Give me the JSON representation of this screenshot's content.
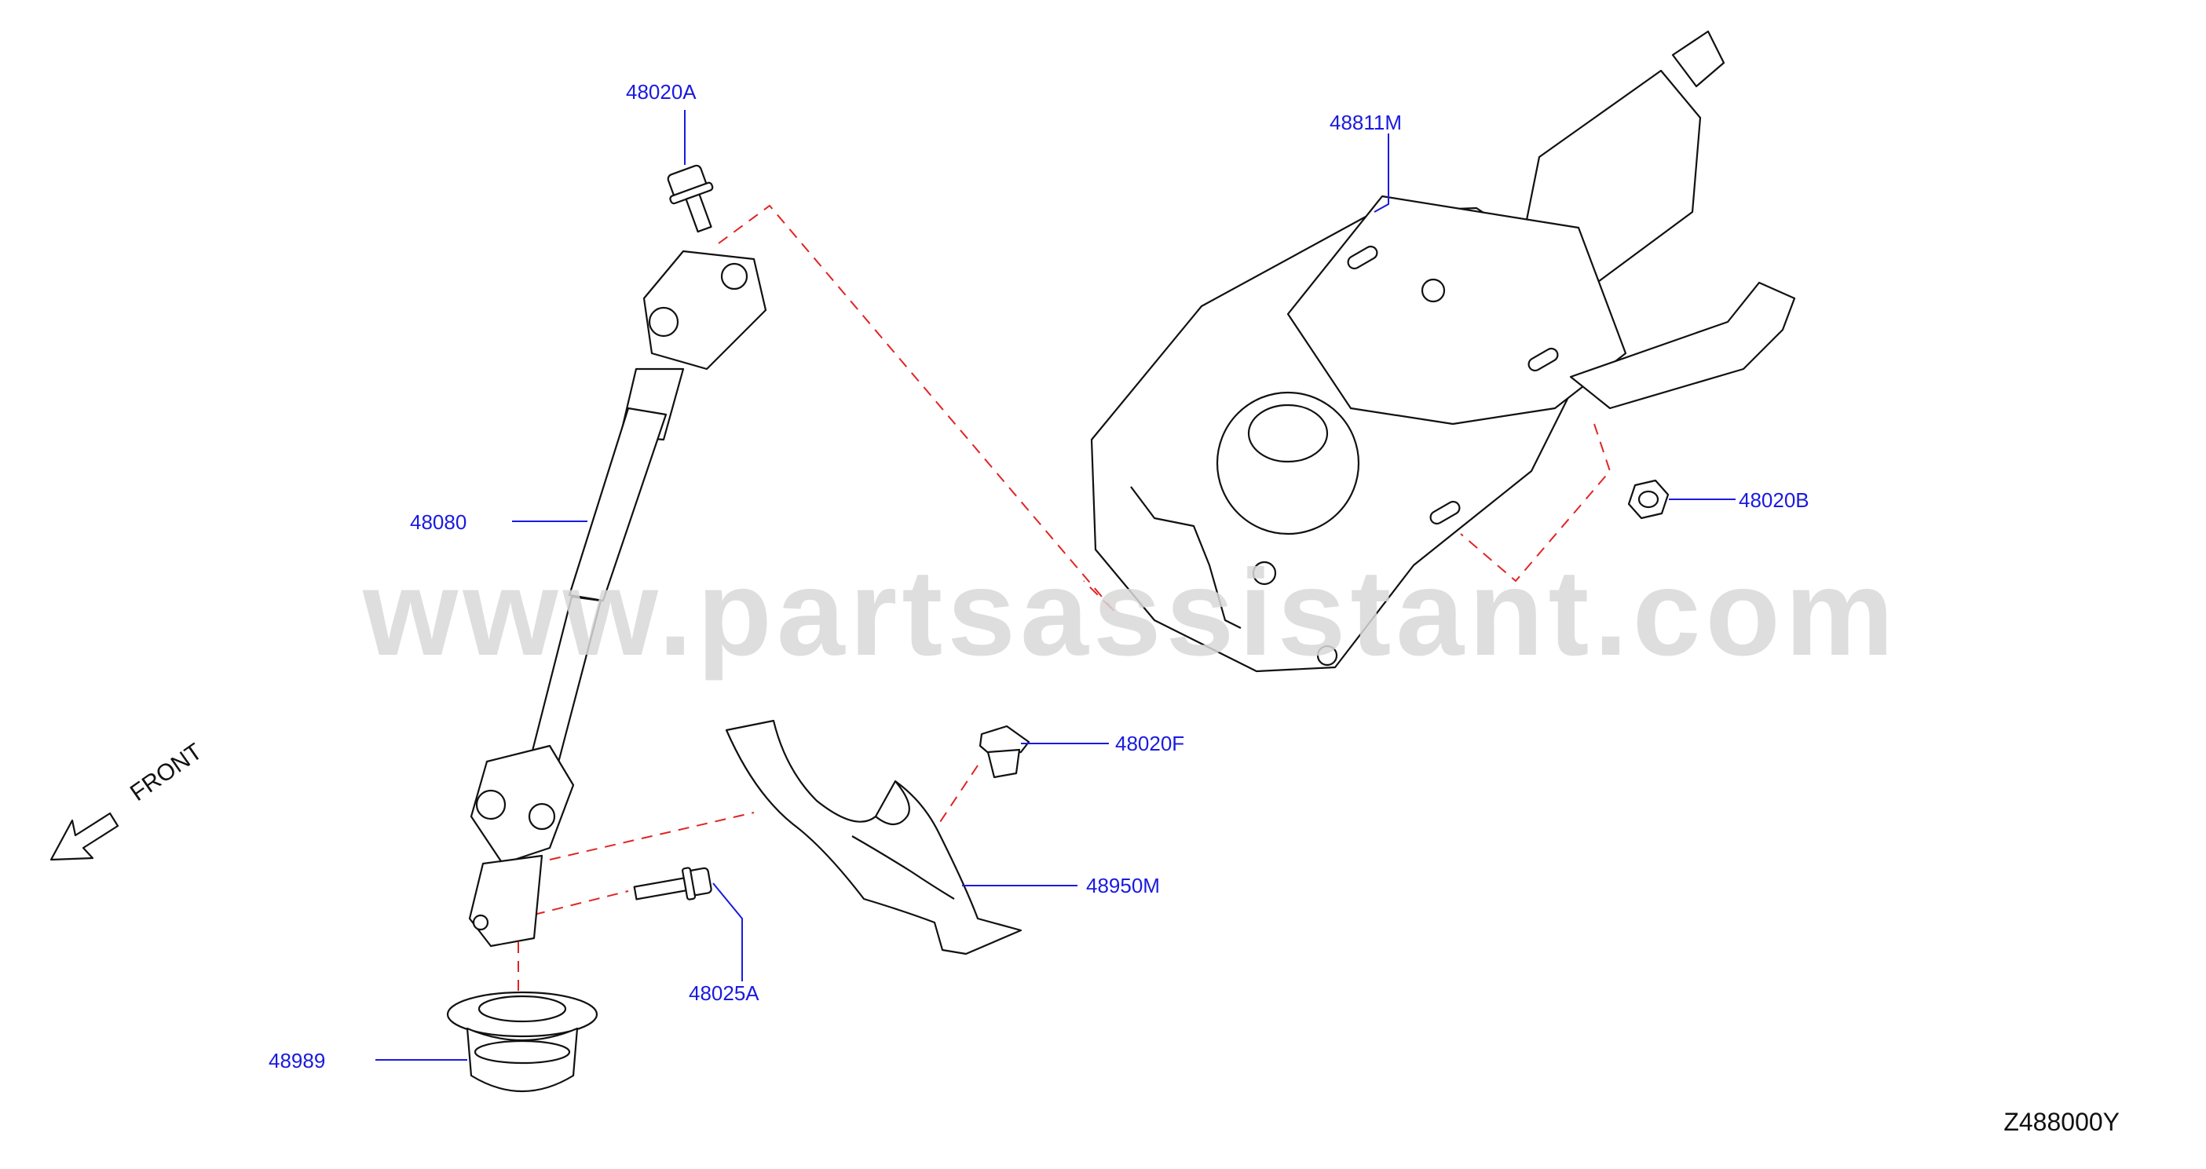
{
  "diagram": {
    "watermark": "www.partsassistant.com",
    "code": "Z488000Y",
    "front_label": "FRONT",
    "colors": {
      "label": "#1a1ae0",
      "dash": "#e02424",
      "line": "#111111"
    },
    "parts": [
      {
        "id": "48020A",
        "label": "48020A"
      },
      {
        "id": "48811M",
        "label": "48811M"
      },
      {
        "id": "48080",
        "label": "48080"
      },
      {
        "id": "48020B",
        "label": "48020B"
      },
      {
        "id": "48020F",
        "label": "48020F"
      },
      {
        "id": "48950M",
        "label": "48950M"
      },
      {
        "id": "48025A",
        "label": "48025A"
      },
      {
        "id": "48989",
        "label": "48989"
      }
    ]
  }
}
